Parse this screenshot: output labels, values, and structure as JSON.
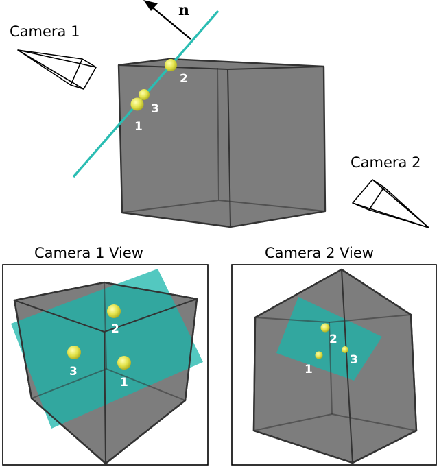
{
  "labels": {
    "camera1": "Camera 1",
    "camera2": "Camera 2",
    "camera1_view": "Camera 1 View",
    "camera2_view": "Camera 2 View",
    "normal": "n"
  },
  "particles": [
    "1",
    "2",
    "3"
  ],
  "colors": {
    "cube": "#7d7d7d",
    "plane": "#19b5ab",
    "particle": "#e2e24a"
  }
}
